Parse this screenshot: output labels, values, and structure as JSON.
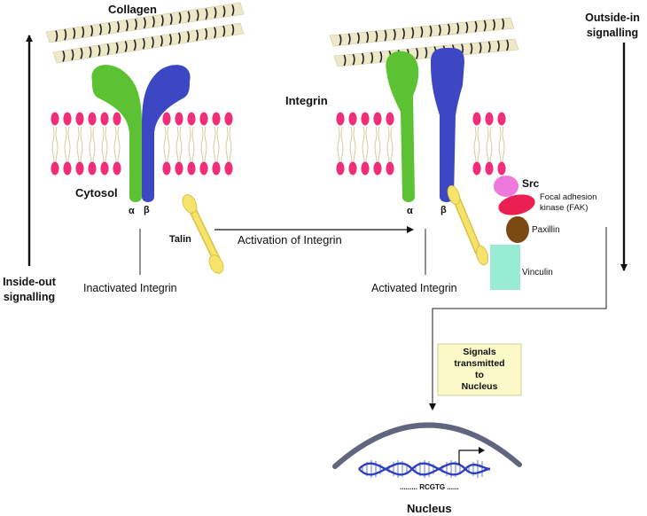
{
  "labels": {
    "collagen": "Collagen",
    "integrin": "Integrin",
    "cytosol": "Cytosol",
    "alpha": "α",
    "beta": "β",
    "talin": "Talin",
    "activation": "Activation of  Integrin",
    "inactivated": "Inactivated Integrin",
    "activated": "Activated Integrin",
    "src": "Src",
    "fak_line1": "Focal adhesion",
    "fak_line2": "kinase (FAK)",
    "paxillin": "Paxillin",
    "vinculin": "Vinculin",
    "inside_out_line1": "Inside-out",
    "inside_out_line2": "signalling",
    "outside_in_line1": "Outside-in",
    "outside_in_line2": "signalling",
    "signals_line1": "Signals",
    "signals_line2": "transmitted",
    "signals_line3": "to",
    "signals_line4": "Nucleus",
    "dna_sequence": "......... RCGTG ......",
    "nucleus": "Nucleus"
  },
  "colors": {
    "alpha_subunit": "#5cc234",
    "beta_subunit": "#3d47c4",
    "lipid_head": "#ee2e78",
    "collagen_fiber": "#ede8c8",
    "talin": "#f5e36a",
    "src": "#ee78dc",
    "fak": "#ec1f52",
    "paxillin": "#7a4a12",
    "vinculin": "#98ecd4",
    "signal_box": "#fbf9c8",
    "nuclear_envelope": "#62657e",
    "dna": "#2c3fbf"
  }
}
